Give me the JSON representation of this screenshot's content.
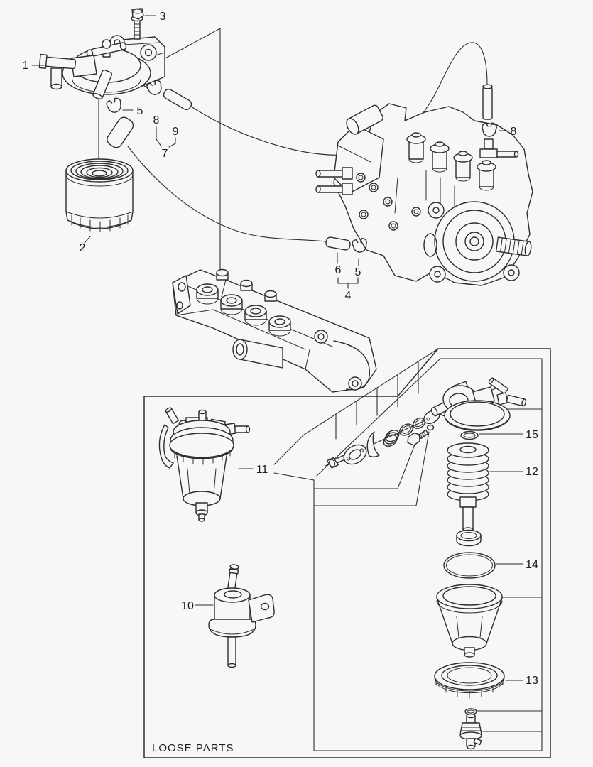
{
  "colors": {
    "background": "#f7f7f7",
    "line": "#2e2e2e",
    "text": "#1c1c1c"
  },
  "loose_parts_box": {
    "label": "LOOSE PARTS"
  },
  "callouts": {
    "1": "1",
    "2": "2",
    "3": "3",
    "4": "4",
    "5": "5",
    "6": "6",
    "7": "7",
    "8": "8",
    "9": "9",
    "10": "10",
    "11": "11",
    "12": "12",
    "13": "13",
    "14": "14",
    "15": "15"
  }
}
